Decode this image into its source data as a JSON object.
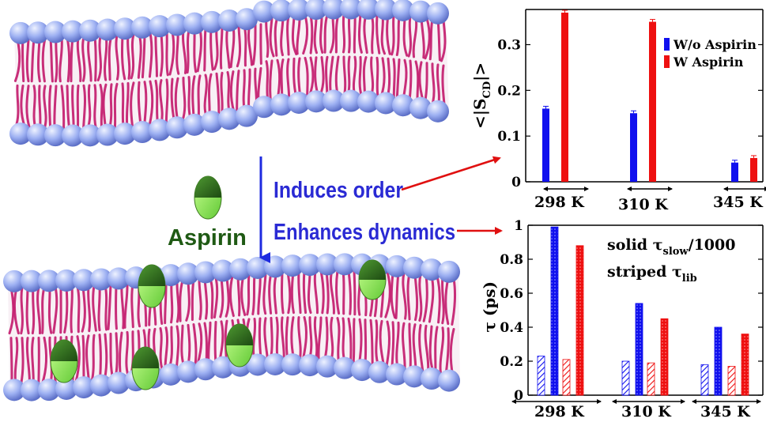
{
  "labels": {
    "drug_name": "Aspirin",
    "effect_order": "Induces order",
    "effect_dynamics": "Enhances dynamics"
  },
  "colors": {
    "head_group": "#8fa4ef",
    "lipid_tail": "#c2186b",
    "aspirin_dark": "#2f6b1e",
    "aspirin_light": "#8ee85a",
    "arrow_blue": "#1e2be0",
    "arrow_red": "#e01010",
    "text_blue": "#2a2ad4",
    "text_green": "#1f5a14",
    "bar_blue": "#1010ee",
    "bar_red": "#ee1010"
  },
  "chart_data": [
    {
      "type": "bar",
      "ylabel": "<|S_CD|>",
      "ylim": [
        0,
        0.37
      ],
      "yticks": [
        "0",
        "0.1",
        "0.2",
        "0.3"
      ],
      "categories": [
        "298 K",
        "310 K",
        "345 K"
      ],
      "legend": {
        "placement": "top-right",
        "entries": [
          "W/o Aspirin",
          "W Aspirin"
        ]
      },
      "series": [
        {
          "name": "W/o Aspirin",
          "color": "#1010ee",
          "values": [
            0.16,
            0.15,
            0.042
          ]
        },
        {
          "name": "W Aspirin",
          "color": "#ee1010",
          "values": [
            0.37,
            0.35,
            0.052
          ]
        }
      ]
    },
    {
      "type": "bar",
      "ylabel": "τ (ps)",
      "ylim": [
        0,
        1
      ],
      "yticks": [
        "0",
        "0.2",
        "0.4",
        "0.6",
        "0.8",
        "1"
      ],
      "categories": [
        "298 K",
        "310 K",
        "345 K"
      ],
      "annotations": [
        "solid τslow/1000",
        "striped τlib"
      ],
      "series": [
        {
          "name": "",
          "color": "#1010ee",
          "style": "striped",
          "values": [
            0.23,
            0.2,
            0.18
          ]
        },
        {
          "name": "",
          "color": "#1010ee",
          "style": "solid-tlib",
          "values": [
            0.99,
            0.54,
            0.4
          ]
        },
        {
          "name": "",
          "color": "#ee1010",
          "style": "striped",
          "values": [
            0.21,
            0.19,
            0.17
          ]
        },
        {
          "name": "",
          "color": "#ee1010",
          "style": "solid",
          "values": [
            0.88,
            0.45,
            0.36
          ]
        }
      ]
    }
  ]
}
